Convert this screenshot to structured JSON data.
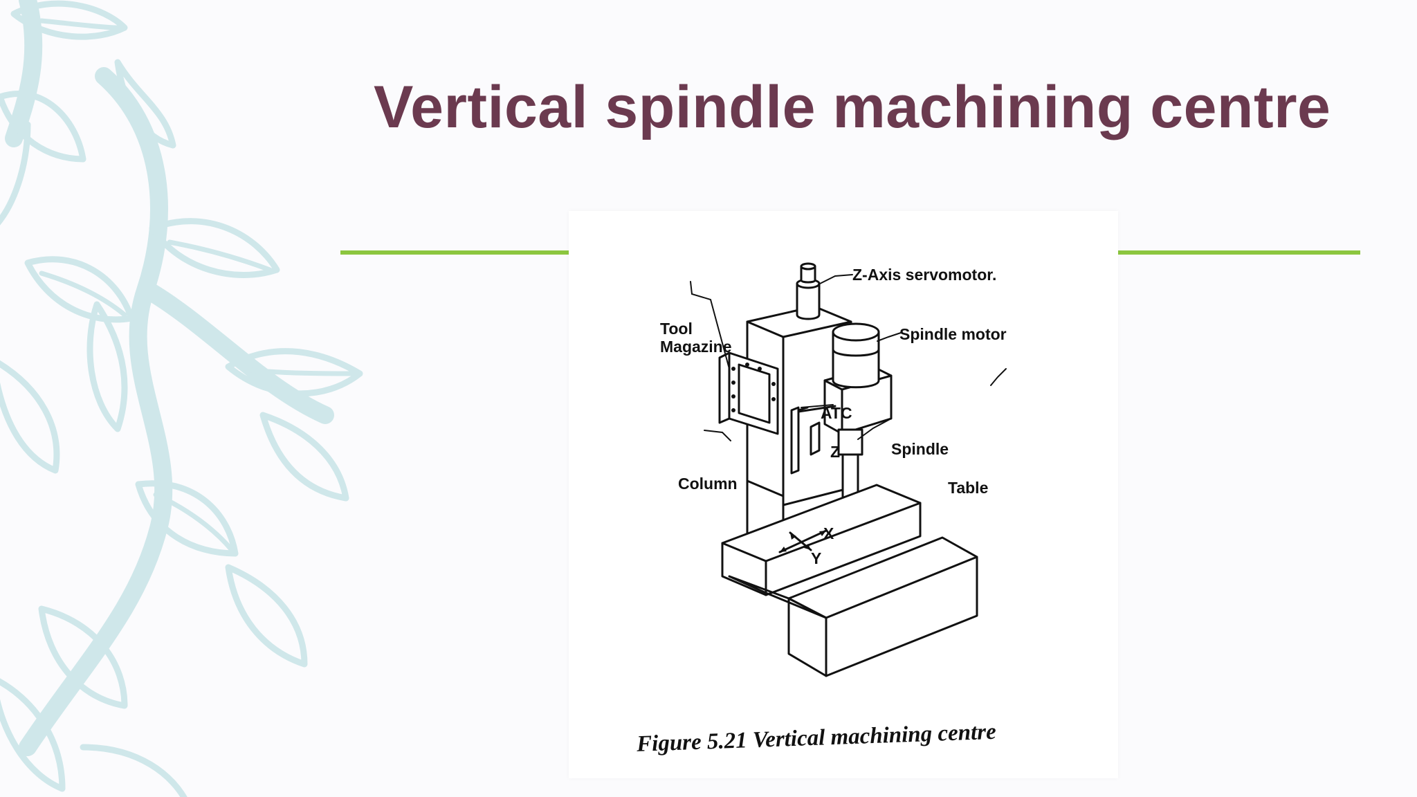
{
  "slide": {
    "title": "Vertical spindle machining centre",
    "accent_color": "#8cc63f",
    "title_color": "#6b3a4f"
  },
  "figure": {
    "labels": {
      "z_axis_servomotor": "Z-Axis servomotor.",
      "spindle_motor": "Spindle motor",
      "tool": "Tool",
      "magazine": "Magazine",
      "atc": "ATC",
      "z": "Z",
      "spindle": "Spindle",
      "column": "Column",
      "table": "Table",
      "x": "X",
      "y": "Y"
    },
    "caption": "Figure 5.21 Vertical machining centre"
  }
}
